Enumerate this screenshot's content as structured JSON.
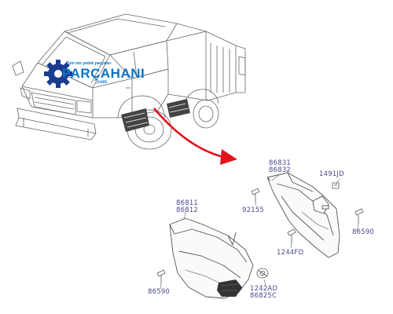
{
  "logo": {
    "tagline": "Tüm oto yedek parçaları",
    "name": "PARÇAHANI",
    "domain": ".com"
  },
  "callouts": {
    "rear_set": [
      "86831",
      "86832"
    ],
    "rear_clip": "1491JD",
    "rear_screw_left": "92155",
    "rear_screw_right": "86590",
    "rear_bolt": "1244FD",
    "front_set": [
      "86811",
      "86812"
    ],
    "front_screw": "86590",
    "front_fastener": [
      "1242AD",
      "86825C"
    ]
  },
  "colors": {
    "arrow": "#e0141e",
    "label": "#4a4a8c",
    "logo": "#0a74c4",
    "line": "#555555"
  }
}
